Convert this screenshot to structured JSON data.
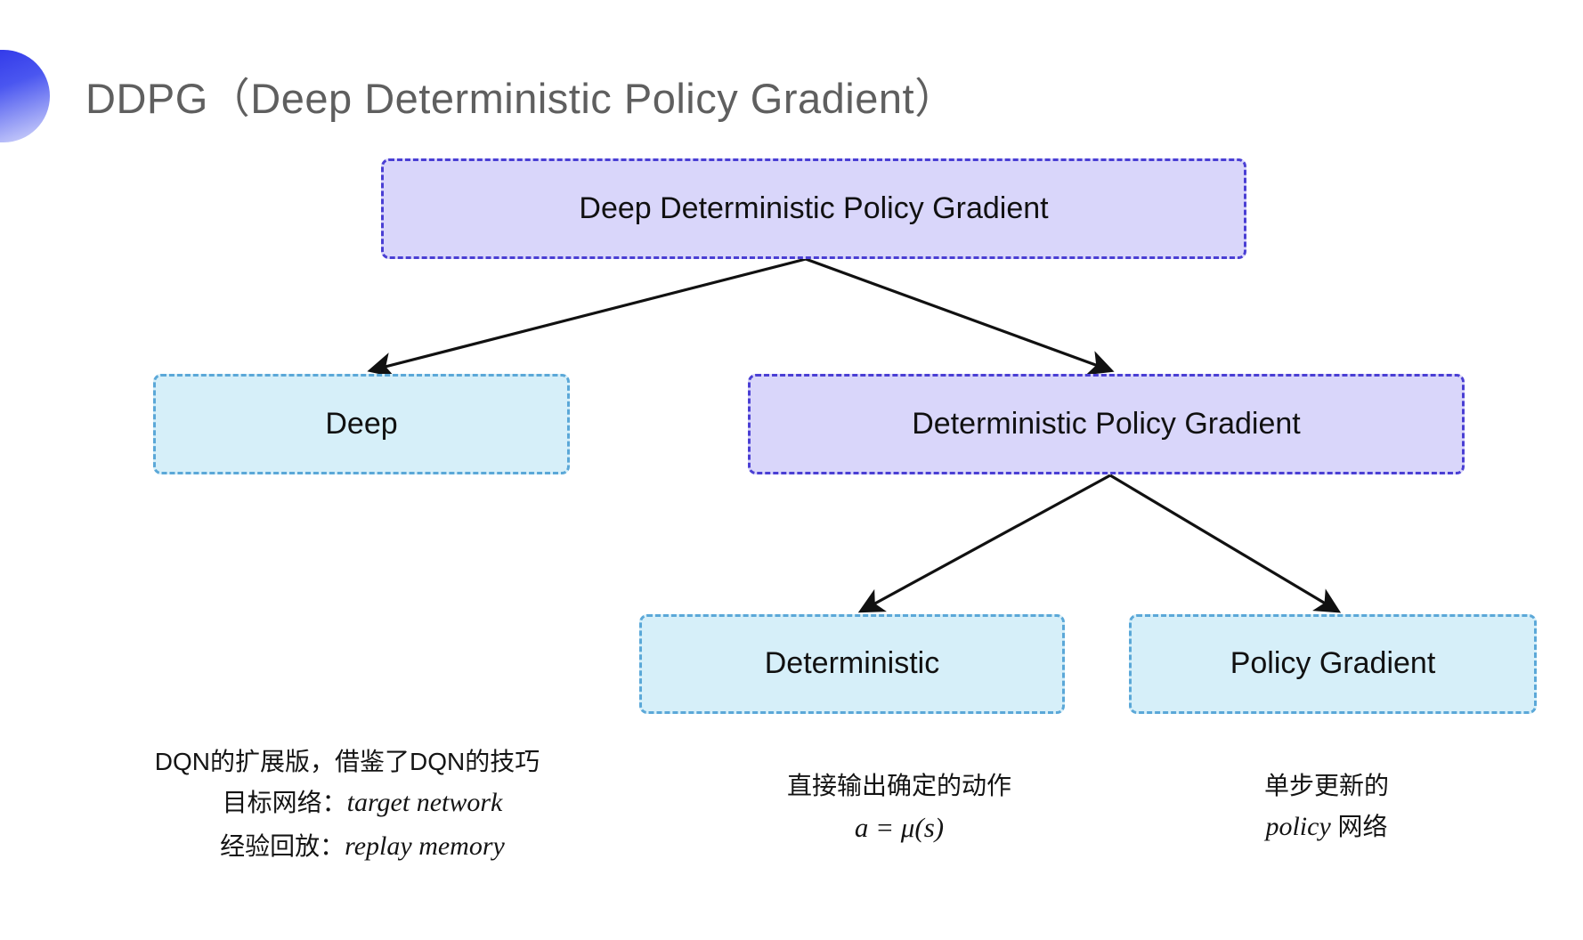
{
  "slide": {
    "title": "DDPG（Deep Deterministic Policy Gradient）",
    "accent_color": "#4a3fd4",
    "title_color": "#5f5f5f",
    "background": "#ffffff"
  },
  "diagram": {
    "type": "tree",
    "nodes": [
      {
        "id": "root",
        "label": "Deep Deterministic Policy Gradient",
        "fill": "#d9d6fa",
        "border": "#4a3fd4",
        "level": 0
      },
      {
        "id": "deep",
        "label": "Deep",
        "fill": "#d6eff9",
        "border": "#5ba8d8",
        "level": 1
      },
      {
        "id": "dpg",
        "label": "Deterministic Policy Gradient",
        "fill": "#d9d6fa",
        "border": "#4a3fd4",
        "level": 1
      },
      {
        "id": "deterministic",
        "label": "Deterministic",
        "fill": "#d6eff9",
        "border": "#5ba8d8",
        "level": 2
      },
      {
        "id": "policy_gradient",
        "label": "Policy Gradient",
        "fill": "#d6eff9",
        "border": "#5ba8d8",
        "level": 2
      }
    ],
    "edges": [
      {
        "from": "root",
        "to": "deep"
      },
      {
        "from": "root",
        "to": "dpg"
      },
      {
        "from": "dpg",
        "to": "deterministic"
      },
      {
        "from": "dpg",
        "to": "policy_gradient"
      }
    ]
  },
  "captions": {
    "deep": {
      "line1": "DQN的扩展版，借鉴了DQN的技巧",
      "line2_label": "目标网络：",
      "line2_term": "target network",
      "line3_label": "经验回放：",
      "line3_term": "replay memory"
    },
    "deterministic": {
      "line1": "直接输出确定的动作",
      "formula": "a = μ(s)"
    },
    "policy_gradient": {
      "line1": "单步更新的",
      "line2_term": "policy",
      "line2_suffix": " 网络"
    }
  }
}
